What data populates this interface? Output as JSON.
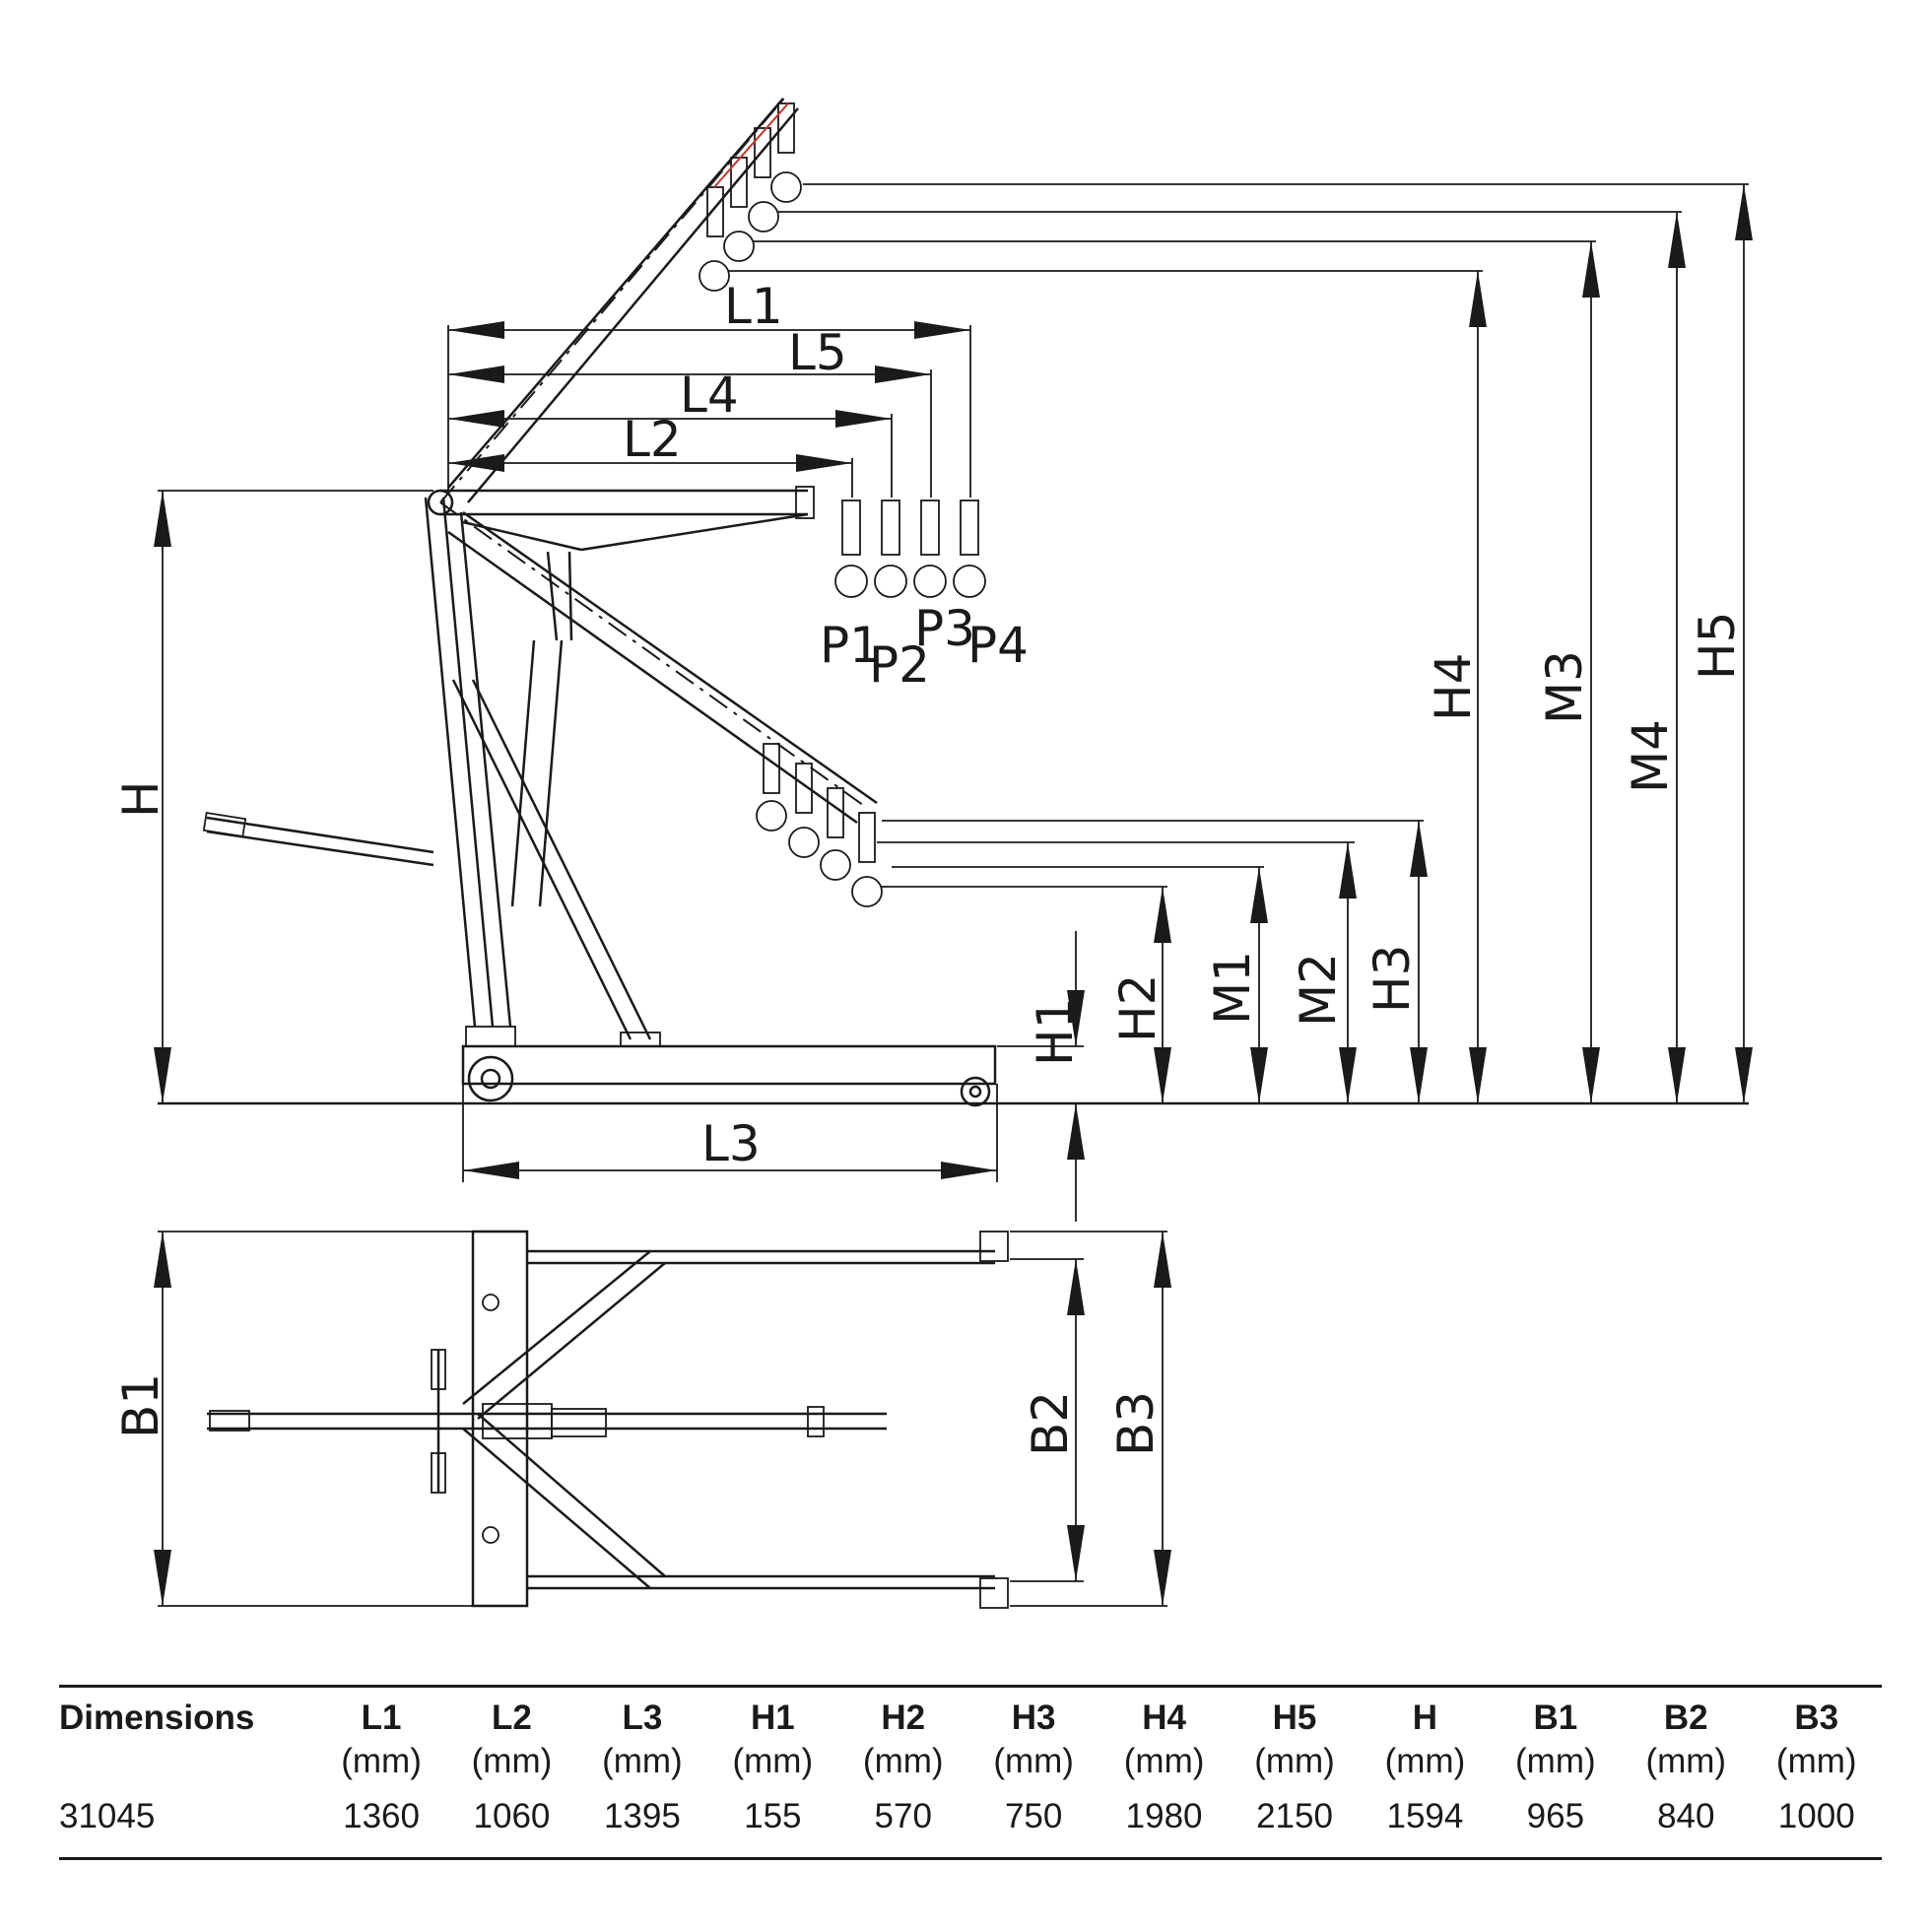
{
  "diagram": {
    "labels": {
      "L1": "L1",
      "L2": "L2",
      "L3": "L3",
      "L4": "L4",
      "L5": "L5",
      "H": "H",
      "H1": "H1",
      "H2": "H2",
      "H3": "H3",
      "H4": "H4",
      "H5": "H5",
      "M1": "M1",
      "M2": "M2",
      "M3": "M3",
      "M4": "M4",
      "B1": "B1",
      "B2": "B2",
      "B3": "B3",
      "P1": "P1",
      "P2": "P2",
      "P3": "P3",
      "P4": "P4"
    }
  },
  "table": {
    "header_first": "Dimensions",
    "columns": [
      "L1",
      "L2",
      "L3",
      "H1",
      "H2",
      "H3",
      "H4",
      "H5",
      "H",
      "B1",
      "B2",
      "B3"
    ],
    "unit": "(mm)",
    "rows": [
      {
        "model": "31045",
        "values": [
          "1360",
          "1060",
          "1395",
          "155",
          "570",
          "750",
          "1980",
          "2150",
          "1594",
          "965",
          "840",
          "1000"
        ]
      }
    ]
  }
}
